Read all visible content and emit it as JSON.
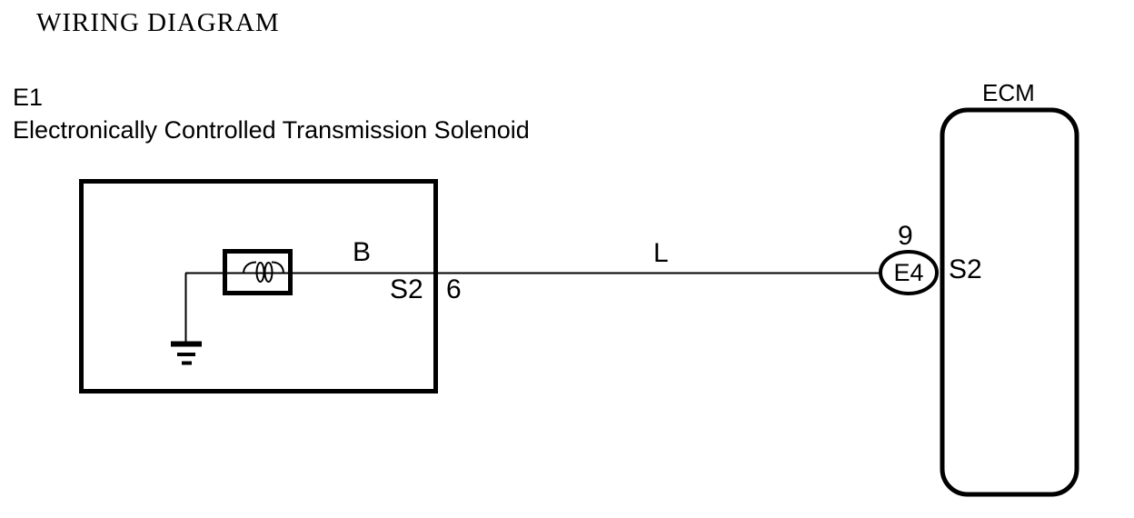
{
  "title": "WIRING DIAGRAM",
  "component": {
    "id": "E1",
    "name": "Electronically Controlled Transmission Solenoid"
  },
  "ecm": {
    "label": "ECM",
    "terminal_label": "S2"
  },
  "wire": {
    "color_code_left": "B",
    "connector_code_left": "S2",
    "pin_number_left": "6",
    "color_code_right": "L",
    "pin_number_right": "9",
    "connector_code_right": "E4"
  },
  "icons": {
    "ground": "ground-icon",
    "solenoid_coil": "solenoid-coil-icon"
  },
  "colors": {
    "line": "#000000",
    "background": "#ffffff"
  }
}
